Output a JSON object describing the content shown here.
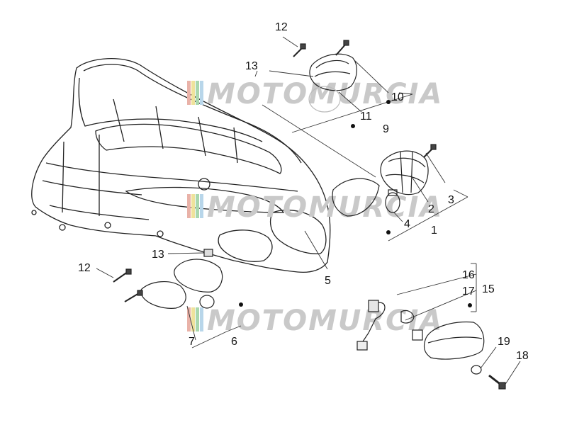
{
  "diagram": {
    "callouts": {
      "c1": "1",
      "c2": "2",
      "c3": "3",
      "c4": "4",
      "c5": "5",
      "c6": "6",
      "c7": "7",
      "c9": "9",
      "c10": "10",
      "c11": "11",
      "c12a": "12",
      "c12b": "12",
      "c13a": "13",
      "c13b": "13",
      "c15": "15",
      "c16": "16",
      "c17": "17",
      "c18": "18",
      "c19": "19"
    },
    "watermark": {
      "text": "MOTOMURCIA",
      "stripe_colors": [
        "#e9b2a8",
        "#efe29b",
        "#a9d7ad",
        "#b8d6ea"
      ]
    }
  }
}
